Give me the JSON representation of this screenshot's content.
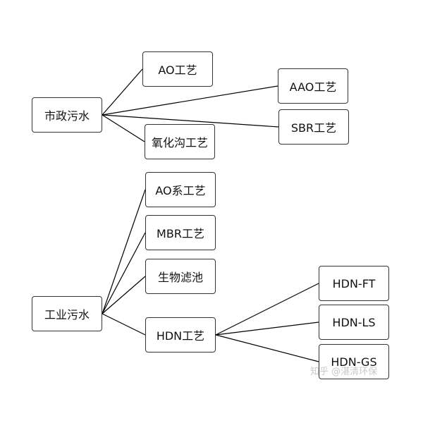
{
  "diagram": {
    "nodes": {
      "municipal": "市政污水",
      "ao": "AO工艺",
      "oxidation_ditch": "氧化沟工艺",
      "aao": "AAO工艺",
      "sbr": "SBR工艺",
      "industrial": "工业污水",
      "ao_series": "AO系工艺",
      "mbr": "MBR工艺",
      "biofilter": "生物滤池",
      "hdn": "HDN工艺",
      "hdn_ft": "HDN-FT",
      "hdn_ls": "HDN-LS",
      "hdn_gs": "HDN-GS"
    },
    "edges": [
      [
        "municipal",
        "ao"
      ],
      [
        "municipal",
        "oxidation_ditch"
      ],
      [
        "municipal",
        "aao"
      ],
      [
        "municipal",
        "sbr"
      ],
      [
        "industrial",
        "ao_series"
      ],
      [
        "industrial",
        "mbr"
      ],
      [
        "industrial",
        "biofilter"
      ],
      [
        "industrial",
        "hdn"
      ],
      [
        "hdn",
        "hdn_ft"
      ],
      [
        "hdn",
        "hdn_ls"
      ],
      [
        "hdn",
        "hdn_gs"
      ]
    ]
  },
  "watermark": "知乎 @湛清环保"
}
